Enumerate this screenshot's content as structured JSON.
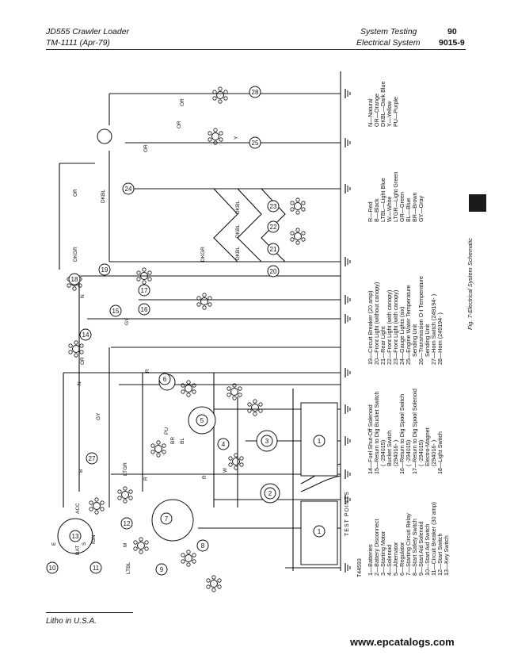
{
  "header": {
    "left_title": "JD555 Crawler Loader",
    "left_sub": "TM-1111   (Apr-79)",
    "center_title": "System Testing",
    "center_sub": "Electrical System",
    "page_number": "90",
    "section_code": "9015-9"
  },
  "figure": {
    "id": "T44593",
    "caption": "Fig. 7-Electrical System Schematic",
    "test_points_label": "TEST POINTS",
    "switch_labels": [
      "ACC",
      "IGN",
      "BAT"
    ],
    "components_col1": [
      "1—Batteries",
      "2—Battery Disconnect",
      "3—Starting Motor",
      "4—Solenoid",
      "5—Alternator",
      "6—Regulator",
      "7—Starting Circuit Relay",
      "8—Start Safety Switch",
      "9—Start Aid Solenoid",
      "10—Start Aid Switch",
      "11—Circuit Breaker (30 amp)",
      "12—Start Switch",
      "13—Key Switch"
    ],
    "components_col2": [
      "14—Fuel Shut-Off Solenoid",
      "15—Return to Dig Bucket Switch",
      "(      -294015)",
      "Bucket Switch",
      "(294016-      )",
      "16—Return to Dig Spool Switch",
      "(      -294015)",
      "17—Return to Dig Spool Solenoid",
      "(      -294015)",
      "Electro-Magnet",
      "(294016-      )",
      "18—Light Switch"
    ],
    "components_col3": [
      "19—Circuit Breaker (20 amp)",
      "20—Front Light (without canopy)",
      "21—Rear Light",
      "22—Front Light (with canopy)",
      "23—Front Light (with canopy)",
      "24—Gauge Lights (six)",
      "25—Engine Water Temperature",
      "Sending Unit",
      "26—Transmission O-I Temperature",
      "Sending Unit",
      "27—Horn Switch (249194-      )",
      "28—Horn (249194-      )"
    ],
    "color_codes_col1": [
      "R—Red",
      "B—Black",
      "LTBL—Light Blue",
      "W—White",
      "LTGR—Light Green",
      "GR—Green",
      "BL—Blue",
      "BR—Brown",
      "GY—Gray"
    ],
    "color_codes_col2": [
      "N—Natural",
      "OR—Orange",
      "DKBL—Dark Blue",
      "Y—Yellow",
      "PU—Purple"
    ],
    "wire_labels": {
      "or1": "OR",
      "or2": "OR",
      "or3": "OR",
      "or4": "OR",
      "or5": "OR",
      "dkgr1": "DKGR",
      "dkgr2": "DKGR",
      "dkbl1": "DKBL",
      "dkbl2": "DKBL",
      "dkbl3": "DKBL",
      "dkbl4": "DKBL",
      "gy1": "GY",
      "gy2": "GY",
      "n1": "N",
      "n2": "N",
      "r1": "R",
      "r2": "R",
      "r3": "R",
      "ltgr": "LTGR",
      "ltbl": "LTBL",
      "pu": "PU",
      "br": "BR",
      "bl": "BL",
      "y": "Y",
      "w": "W",
      "b1": "B",
      "m": "M",
      "e": "E",
      "s": "S"
    }
  },
  "footer": {
    "litho": "Litho in U.S.A.",
    "watermark": "www.epcatalogs.com"
  }
}
